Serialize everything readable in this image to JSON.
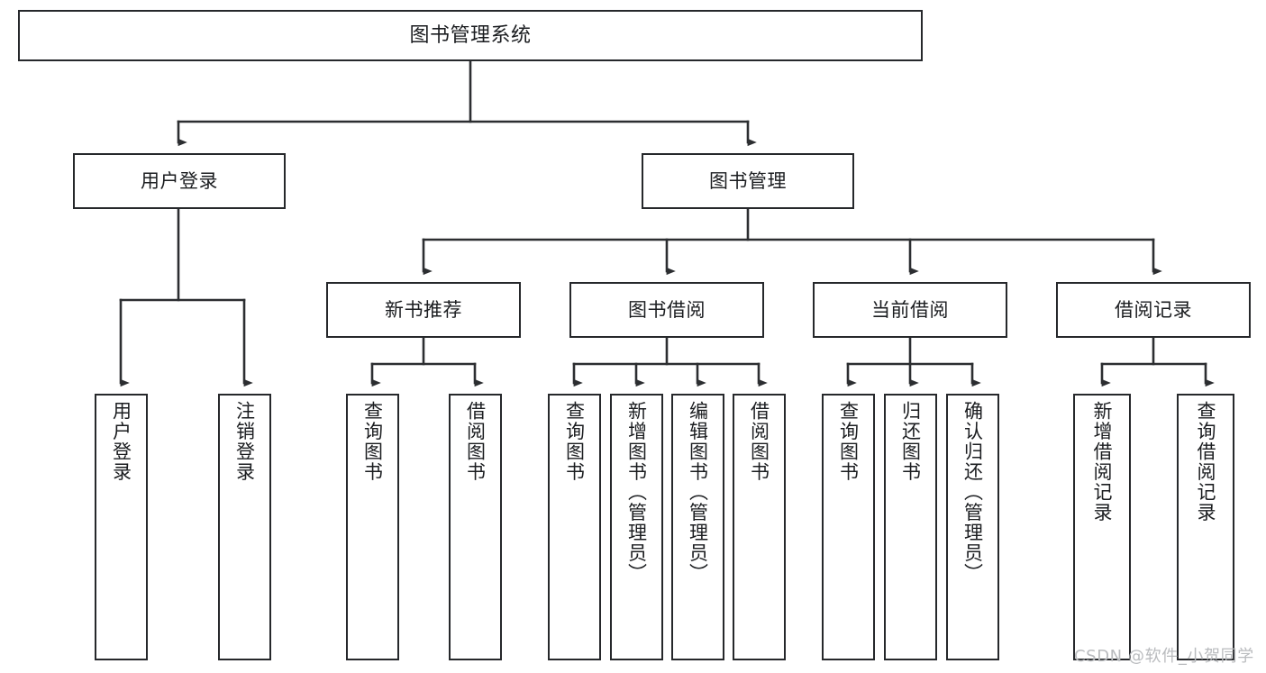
{
  "diagram": {
    "title": "图书管理系统",
    "type": "tree-hierarchy-diagram",
    "colors": {
      "stroke": "#26282b",
      "fill": "#ffffff",
      "text": "#1b1d20",
      "watermark": "#b9bbbe"
    },
    "nodes": {
      "root": {
        "label": "图书管理系统"
      },
      "level2": [
        {
          "label": "用户登录"
        },
        {
          "label": "图书管理"
        }
      ],
      "level3": [
        {
          "label": "新书推荐"
        },
        {
          "label": "图书借阅"
        },
        {
          "label": "当前借阅"
        },
        {
          "label": "借阅记录"
        }
      ],
      "leaves_user_login": [
        {
          "label": "用户登录"
        },
        {
          "label": "注销登录"
        }
      ],
      "leaves_new_books": [
        {
          "label": "查询图书"
        },
        {
          "label": "借阅图书"
        }
      ],
      "leaves_borrow": [
        {
          "label": "查询图书"
        },
        {
          "label": "新增图书（管理员）"
        },
        {
          "label": "编辑图书（管理员）"
        },
        {
          "label": "借阅图书"
        }
      ],
      "leaves_current": [
        {
          "label": "查询图书"
        },
        {
          "label": "归还图书"
        },
        {
          "label": "确认归还（管理员）"
        }
      ],
      "leaves_records": [
        {
          "label": "新增借阅记录"
        },
        {
          "label": "查询借阅记录"
        }
      ]
    }
  },
  "watermark": {
    "text": "CSDN @软件_小贺同学"
  }
}
